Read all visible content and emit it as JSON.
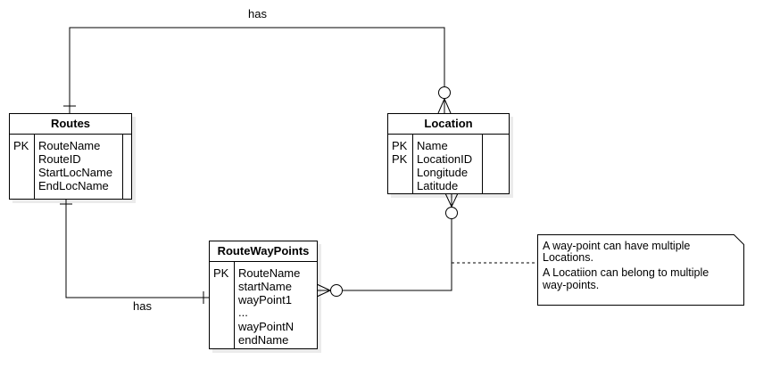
{
  "relationships": {
    "top_label": "has",
    "bottom_label": "has"
  },
  "entities": {
    "routes": {
      "title": "Routes",
      "pk_labels": [
        "PK"
      ],
      "attributes": [
        "RouteName",
        "RouteID",
        "StartLocName",
        "EndLocName"
      ]
    },
    "location": {
      "title": "Location",
      "pk_labels": [
        "PK",
        "PK"
      ],
      "attributes": [
        "Name",
        "LocationID",
        "Longitude",
        "Latitude"
      ]
    },
    "routewaypoints": {
      "title": "RouteWayPoints",
      "pk_labels": [
        "PK"
      ],
      "attributes": [
        "RouteName",
        "startName",
        "wayPoint1",
        "...",
        "wayPointN",
        "endName"
      ]
    }
  },
  "note": {
    "line1": "A way-point can have multiple",
    "line2": "Locations.",
    "line3": "A Locatiion can belong to multiple",
    "line4": "way-points."
  }
}
